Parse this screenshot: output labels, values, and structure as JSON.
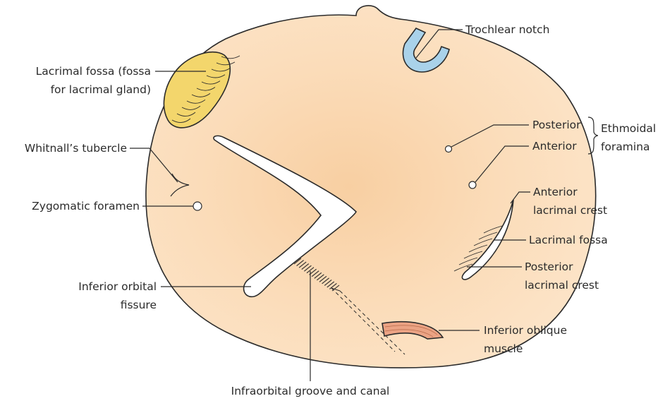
{
  "labels": {
    "lacrimal_fossa_gland_line1": "Lacrimal fossa (fossa",
    "lacrimal_fossa_gland_line2": "for lacrimal gland)",
    "trochlear_notch": "Trochlear notch",
    "whitnalls_tubercle": "Whitnall’s tubercle",
    "zygomatic_foramen": "Zygomatic foramen",
    "posterior": "Posterior",
    "anterior": "Anterior",
    "ethmoidal_line1": "Ethmoidal",
    "ethmoidal_line2": "foramina",
    "anterior_lacrimal_crest_line1": "Anterior",
    "anterior_lacrimal_crest_line2": "lacrimal crest",
    "lacrimal_fossa": "Lacrimal fossa",
    "posterior_lacrimal_crest_line1": "Posterior",
    "posterior_lacrimal_crest_line2": "lacrimal crest",
    "inferior_orbital_fissure_line1": "Inferior orbital",
    "inferior_orbital_fissure_line2": "fissure",
    "inferior_oblique_line1": "Inferior oblique",
    "inferior_oblique_line2": "muscle",
    "infraorbital_groove": "Infraorbital groove and canal"
  },
  "colors": {
    "orbit_fill": "#fbe1c3",
    "orbit_center": "#f8cfa2",
    "gland_fossa_fill": "#f3d66c",
    "trochlea_fill": "#a9d2ea",
    "muscle_fill": "#eba384",
    "outline": "#2b2b2b"
  }
}
